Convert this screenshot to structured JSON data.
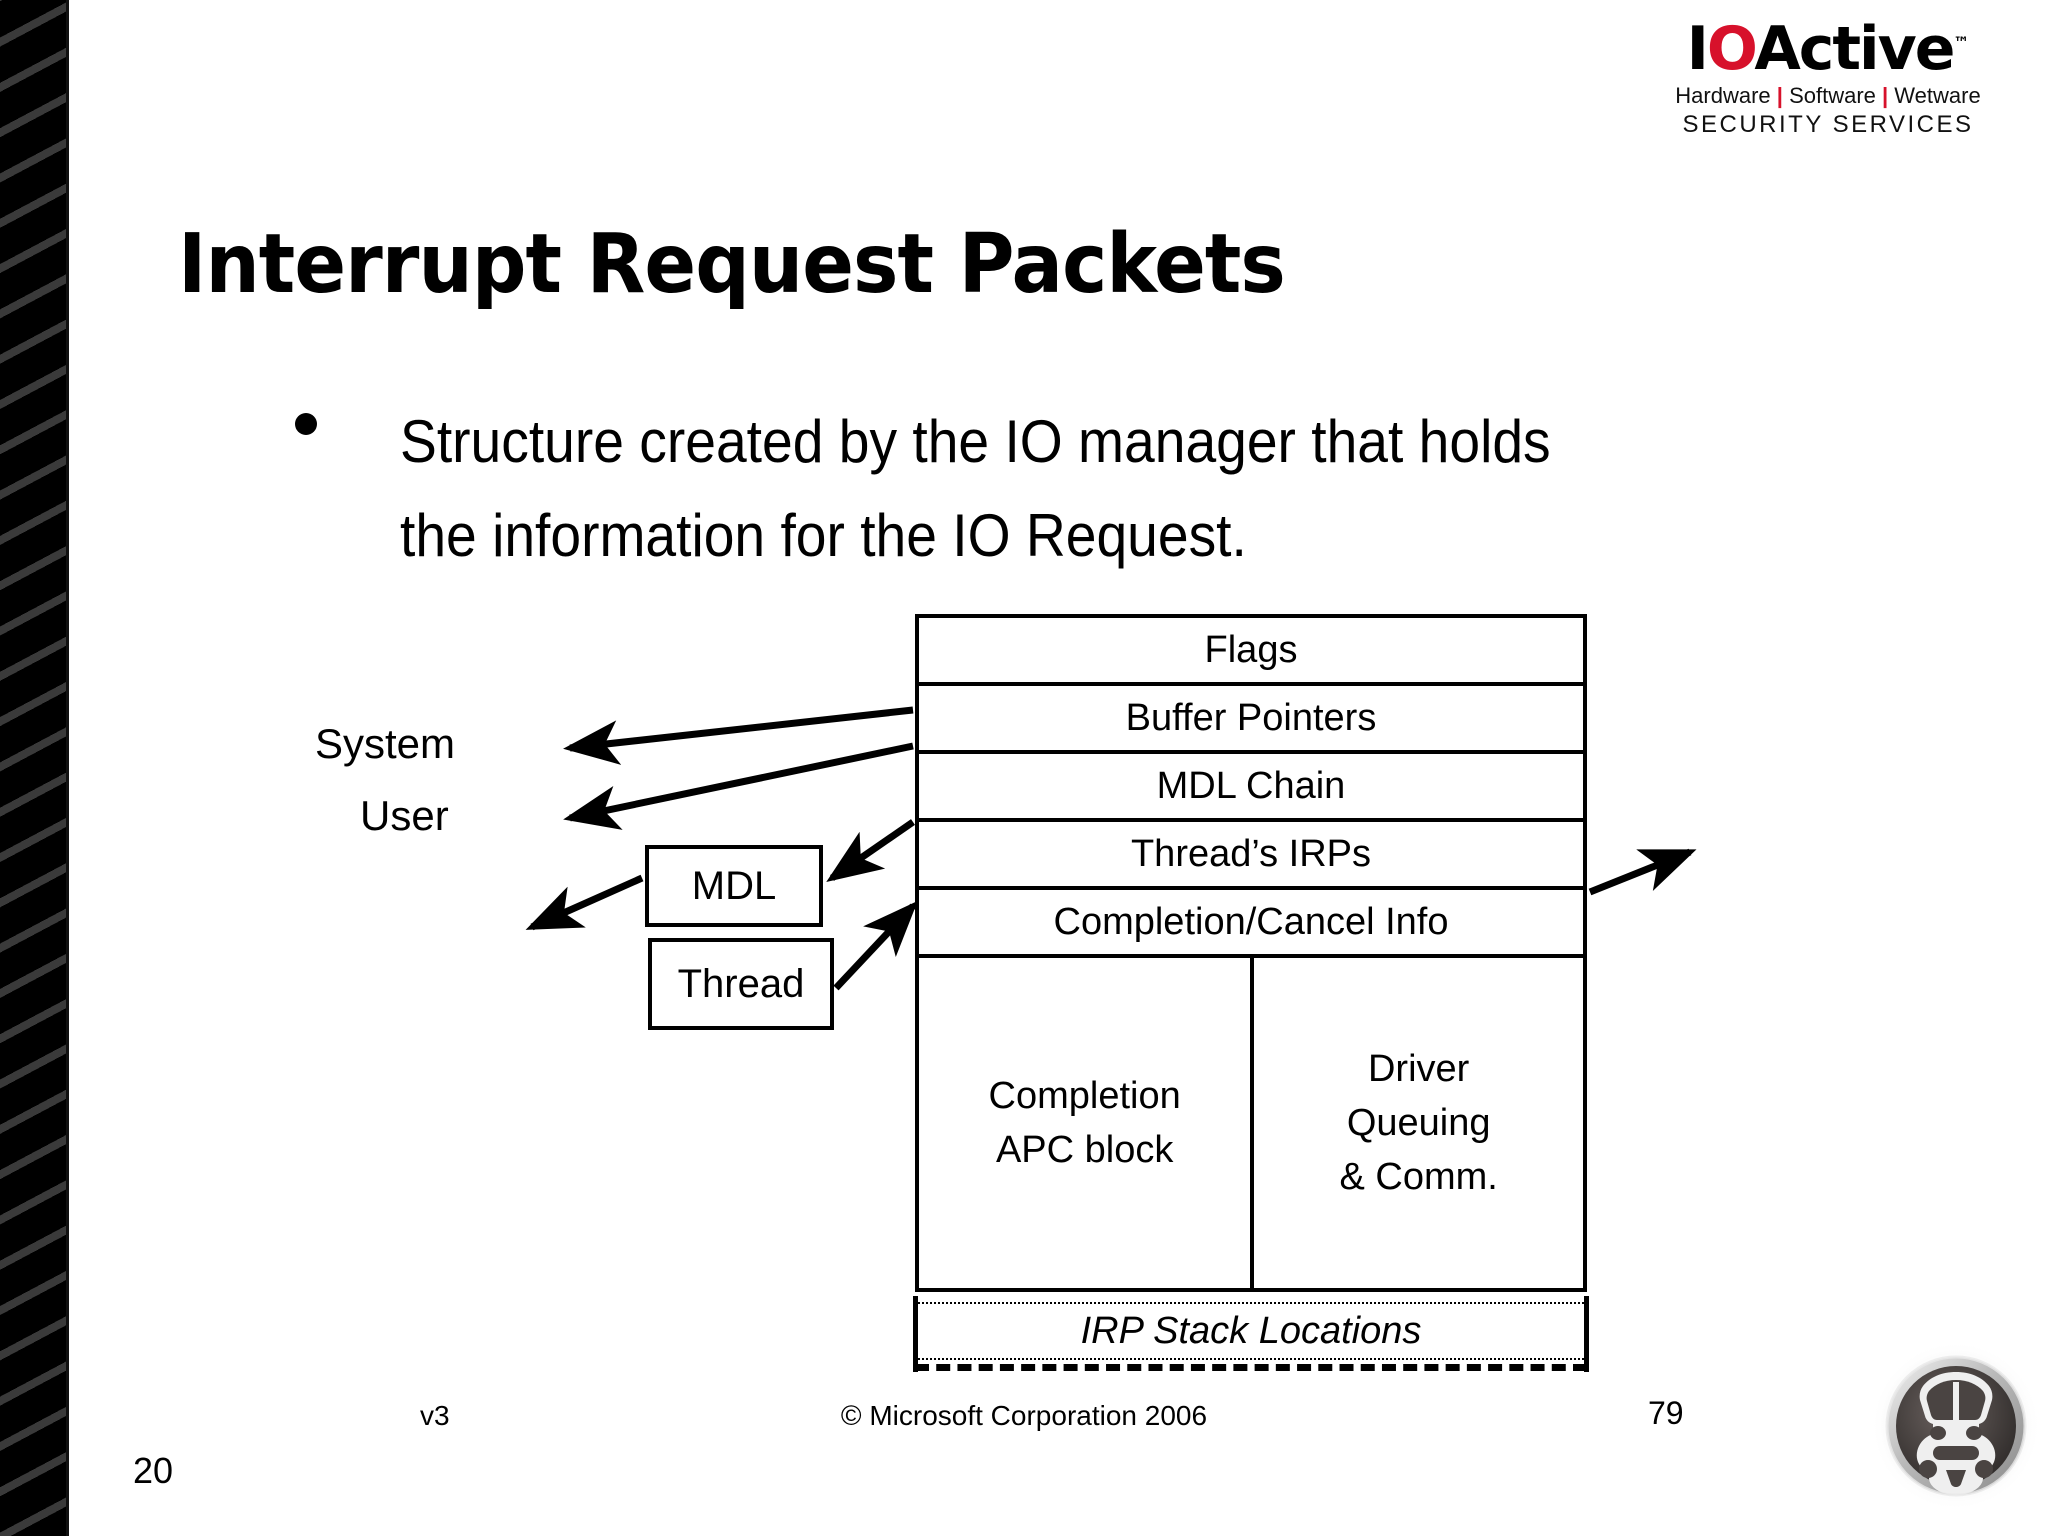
{
  "brand": {
    "logo_io": "IO",
    "logo_i": "I",
    "logo_o": "O",
    "logo_active": "Active",
    "logo_tm": "™",
    "tagline_hardware": "Hardware",
    "tagline_software": "Software",
    "tagline_wetware": "Wetware",
    "tagline_separator": "|",
    "services": "SECURITY SERVICES",
    "accent_red": "#d7112b"
  },
  "slide": {
    "title": "Interrupt Request Packets",
    "number": "20",
    "bullets": [
      "Structure created by the IO manager that holds the information for the IO Request."
    ]
  },
  "diagram": {
    "irp_rows": [
      "Flags",
      "Buffer Pointers",
      "MDL Chain",
      "Thread’s IRPs",
      "Completion/Cancel Info"
    ],
    "split_left_line1": "Completion",
    "split_left_line2": "APC block",
    "split_right_line1": "Driver",
    "split_right_line2": "Queuing",
    "split_right_line3": "& Comm.",
    "stack_locations": "IRP Stack Locations",
    "side_boxes": [
      "MDL",
      "Thread"
    ],
    "labels": [
      "System",
      "User"
    ]
  },
  "footer": {
    "version": "v3",
    "copyright": "© Microsoft Corporation 2006",
    "page": "79"
  }
}
